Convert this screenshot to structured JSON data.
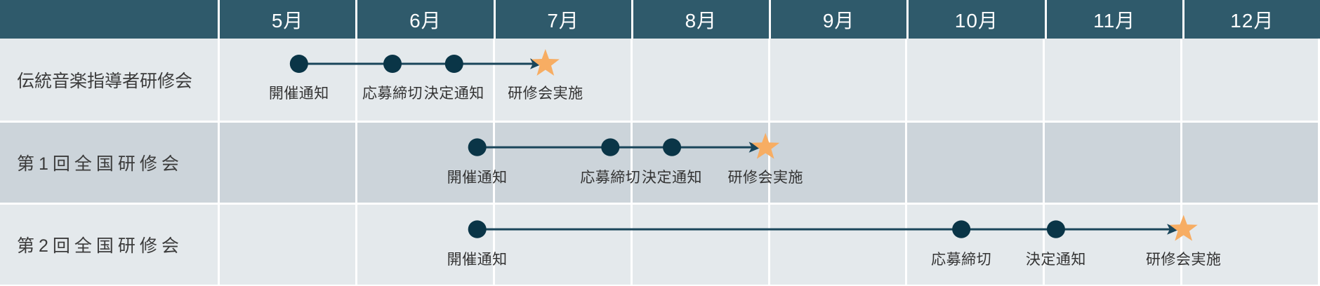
{
  "colors": {
    "header_bg": "#2f5a6b",
    "header_text": "#ffffff",
    "row_light": "#e4e9ec",
    "row_dark": "#ccd4da",
    "grid_line": "#ffffff",
    "dot": "#0a3547",
    "line": "#19455a",
    "star": "#f7ad63",
    "label_text": "#333333"
  },
  "header": {
    "corner_label": "",
    "months": [
      "5月",
      "6月",
      "7月",
      "8月",
      "9月",
      "10月",
      "11月",
      "12月"
    ]
  },
  "rows": [
    {
      "label": "伝統音楽指導者研修会",
      "label_spaced": false,
      "shade": "light",
      "line_start_pct": 7.2,
      "line_end_pct": 29.2,
      "milestones": [
        {
          "label": "開催通知",
          "type": "dot",
          "x_pct": 7.2
        },
        {
          "label": "応募締切",
          "type": "dot",
          "x_pct": 15.7
        },
        {
          "label": "決定通知",
          "type": "dot",
          "x_pct": 21.3
        },
        {
          "label": "研修会実施",
          "type": "star",
          "x_pct": 29.6
        }
      ]
    },
    {
      "label": "第2回全国研修会",
      "label_spaced": true,
      "shade": "dark",
      "line_start_pct": 23.4,
      "line_end_pct": 49.1,
      "milestones": [
        {
          "label": "開催通知",
          "type": "dot",
          "x_pct": 23.4
        },
        {
          "label": "応募締切",
          "type": "dot",
          "x_pct": 35.5
        },
        {
          "label": "決定通知",
          "type": "dot",
          "x_pct": 41.1
        },
        {
          "label": "研修会実施",
          "type": "star",
          "x_pct": 49.6
        }
      ]
    },
    {
      "label": "第2回全国研修会",
      "label_spaced": true,
      "shade": "light",
      "line_start_pct": 23.4,
      "line_end_pct": 87.1,
      "milestones": [
        {
          "label": "開催通知",
          "type": "dot",
          "x_pct": 23.4
        },
        {
          "label": "応募締切",
          "type": "dot",
          "x_pct": 67.4
        },
        {
          "label": "決定通知",
          "type": "dot",
          "x_pct": 76.0
        },
        {
          "label": "研修会実施",
          "type": "star",
          "x_pct": 87.6
        }
      ]
    }
  ],
  "row_overrides": {
    "1": {
      "label": "第1回全国研修会"
    }
  },
  "chart_data": {
    "type": "timeline",
    "title": "",
    "categories": [
      "5月",
      "6月",
      "7月",
      "8月",
      "9月",
      "10月",
      "11月",
      "12月"
    ],
    "series": [
      {
        "name": "伝統音楽指導者研修会",
        "events": [
          {
            "label": "開催通知",
            "month": "5月",
            "marker": "dot"
          },
          {
            "label": "応募締切",
            "month": "6月",
            "marker": "dot"
          },
          {
            "label": "決定通知",
            "month": "7月",
            "marker": "dot"
          },
          {
            "label": "研修会実施",
            "month": "8月",
            "marker": "star"
          }
        ]
      },
      {
        "name": "第1回全国研修会",
        "events": [
          {
            "label": "開催通知",
            "month": "7月",
            "marker": "dot"
          },
          {
            "label": "応募締切",
            "month": "8月",
            "marker": "dot"
          },
          {
            "label": "決定通知",
            "month": "9月",
            "marker": "dot"
          },
          {
            "label": "研修会実施",
            "month": "10月",
            "marker": "star"
          }
        ]
      },
      {
        "name": "第2回全国研修会",
        "events": [
          {
            "label": "開催通知",
            "month": "7月",
            "marker": "dot"
          },
          {
            "label": "応募締切",
            "month": "10月",
            "marker": "dot"
          },
          {
            "label": "決定通知",
            "month": "11月",
            "marker": "dot"
          },
          {
            "label": "研修会実施",
            "month": "12月",
            "marker": "star"
          }
        ]
      }
    ],
    "xlabel": "",
    "ylabel": "",
    "grid": true,
    "legend": "none"
  }
}
